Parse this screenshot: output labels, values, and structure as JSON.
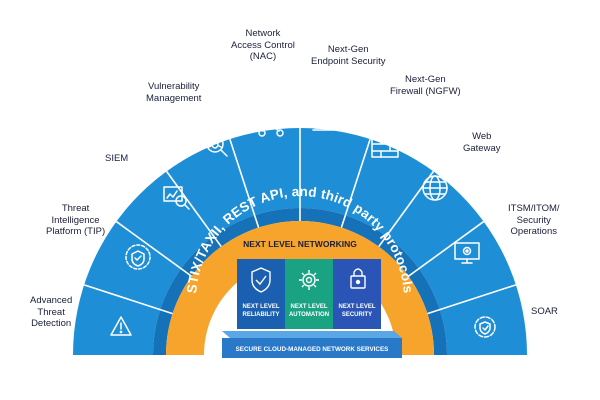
{
  "arc_label": "STIX/TAXII, REST API, and third party protocols",
  "center_title": "NEXT LEVEL NETWORKING",
  "pillars": [
    {
      "line1": "NEXT LEVEL",
      "line2": "RELIABILITY",
      "icon": "shield-check-icon",
      "color": "#1b5fb0"
    },
    {
      "line1": "NEXT LEVEL",
      "line2": "AUTOMATION",
      "icon": "gear-icon",
      "color": "#1aa383"
    },
    {
      "line1": "NEXT LEVEL",
      "line2": "SECURITY",
      "icon": "lock-icon",
      "color": "#2a55b6"
    }
  ],
  "base_label": "SECURE CLOUD-MANAGED NETWORK SERVICES",
  "segments": [
    {
      "lines": [
        "Advanced",
        "Threat",
        "Detection"
      ],
      "icon": "warning-icon"
    },
    {
      "lines": [
        "Threat",
        "Intelligence",
        "Platform (TIP)"
      ],
      "icon": "globe-shield-icon"
    },
    {
      "lines": [
        "SIEM"
      ],
      "icon": "chart-magnifier-icon"
    },
    {
      "lines": [
        "Vulnerability",
        "Management"
      ],
      "icon": "bug-magnifier-icon"
    },
    {
      "lines": [
        "Network",
        "Access Control",
        "(NAC)"
      ],
      "icon": "network-lock-icon"
    },
    {
      "lines": [
        "Next-Gen",
        "Endpoint Security"
      ],
      "icon": "devices-lock-icon"
    },
    {
      "lines": [
        "Next-Gen",
        "Firewall (NGFW)"
      ],
      "icon": "firewall-icon"
    },
    {
      "lines": [
        "Web",
        "Gateway"
      ],
      "icon": "globe-icon"
    },
    {
      "lines": [
        "ITSM/ITOM/",
        "Security",
        "Operations"
      ],
      "icon": "monitor-gear-icon"
    },
    {
      "lines": [
        "SOAR"
      ],
      "icon": "gear-shield-icon"
    }
  ],
  "colors": {
    "outer_arc": "#1e8fd6",
    "outer_arc_dark": "#1672b8",
    "inner_arc": "#f6a42c",
    "base": "#2a78c8"
  }
}
